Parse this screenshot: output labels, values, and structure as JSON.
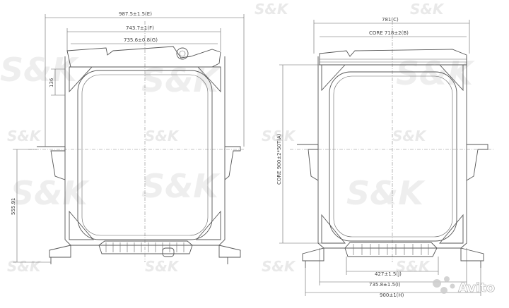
{
  "watermark": {
    "brand": "S&K"
  },
  "front_view": {
    "dims": {
      "overall_width": "987.5±1.5(E)",
      "upper_width": "743.7±1(F)",
      "inner_width": "735.6±0.8(G)",
      "top_offset": "136",
      "side_height": "555.91"
    }
  },
  "side_view": {
    "dims": {
      "overall_depth": "781(C)",
      "core_width": "CORE 718±2(B)",
      "core_height": "CORE 900±2*50T(A)",
      "bottom_1": "427±1.5(J)",
      "bottom_2": "735.8±1.5(I)",
      "bottom_3": "900±1(H)"
    }
  },
  "badge": {
    "label": "Avito"
  }
}
